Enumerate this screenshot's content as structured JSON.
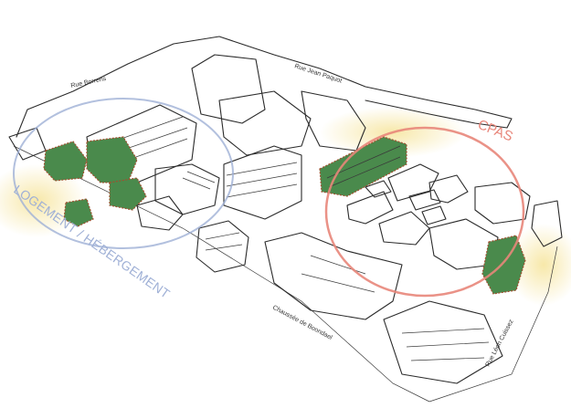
{
  "zones": {
    "cpas": {
      "label": "CPAS",
      "color": "#e8867a"
    },
    "logement": {
      "label": "LOGEMENT / HÉBERGEMENT",
      "color": "#9fb0d6"
    }
  },
  "streets": {
    "borrens": "Rue Borrens",
    "paquot": "Rue Jean Paquot",
    "boondael": "Chaussée de Boondael",
    "cuissez": "Rue Léon Cuissez"
  },
  "colors": {
    "building_teal": "#6fa790",
    "building_green": "#4a8a4c",
    "building_pink": "#c9868f",
    "building_beige": "#e2d9c8",
    "highlight_yellow": "#f6e49a"
  }
}
